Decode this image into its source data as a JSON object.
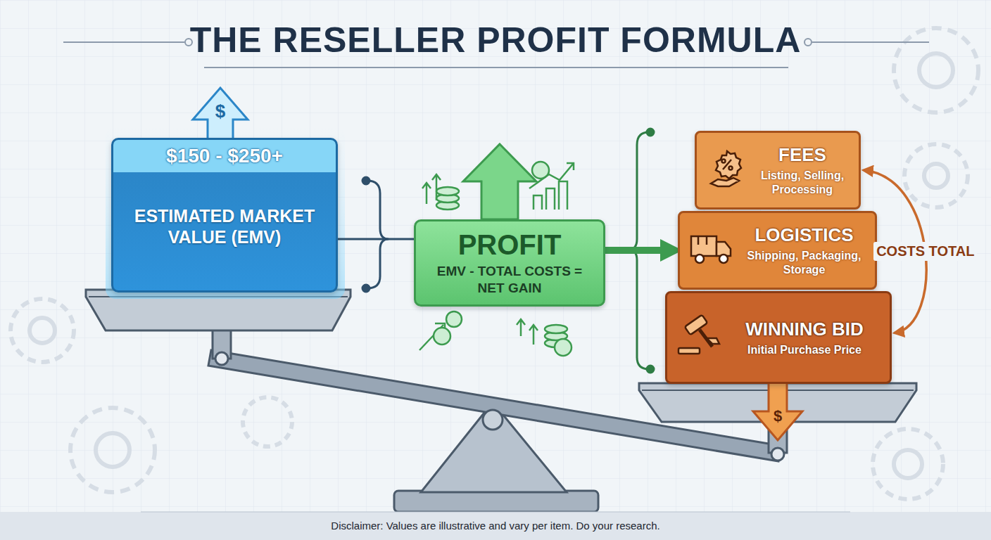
{
  "diagram": {
    "title": "THE RESELLER PROFIT FORMULA",
    "caption": "Disclaimer: Values are illustrative and vary per item. Do your research.",
    "nodes": [
      {
        "text": [
          "$150 - $250+",
          "ESTIMATED MARKET VALUE (EMV)"
        ]
      },
      {
        "text": [
          "PROFIT",
          "EMV - TOTAL COSTS = NET GAIN"
        ]
      },
      {
        "text": [
          "FEES",
          "Listing, Selling, Processing"
        ]
      },
      {
        "text": [
          "LOGISTICS",
          "Shipping, Packaging, Storage"
        ]
      },
      {
        "text": [
          "WINNING BID",
          "Initial Purchase Price"
        ]
      }
    ],
    "edges": [
      {
        "from": 0,
        "to": 1,
        "arrow": "none"
      },
      {
        "from": 1,
        "to": 3,
        "arrow": "to"
      },
      {
        "from": 2,
        "to": 4,
        "label": "COSTS TOTAL",
        "arrow": "both"
      }
    ],
    "labels": [
      "$",
      "$"
    ]
  }
}
